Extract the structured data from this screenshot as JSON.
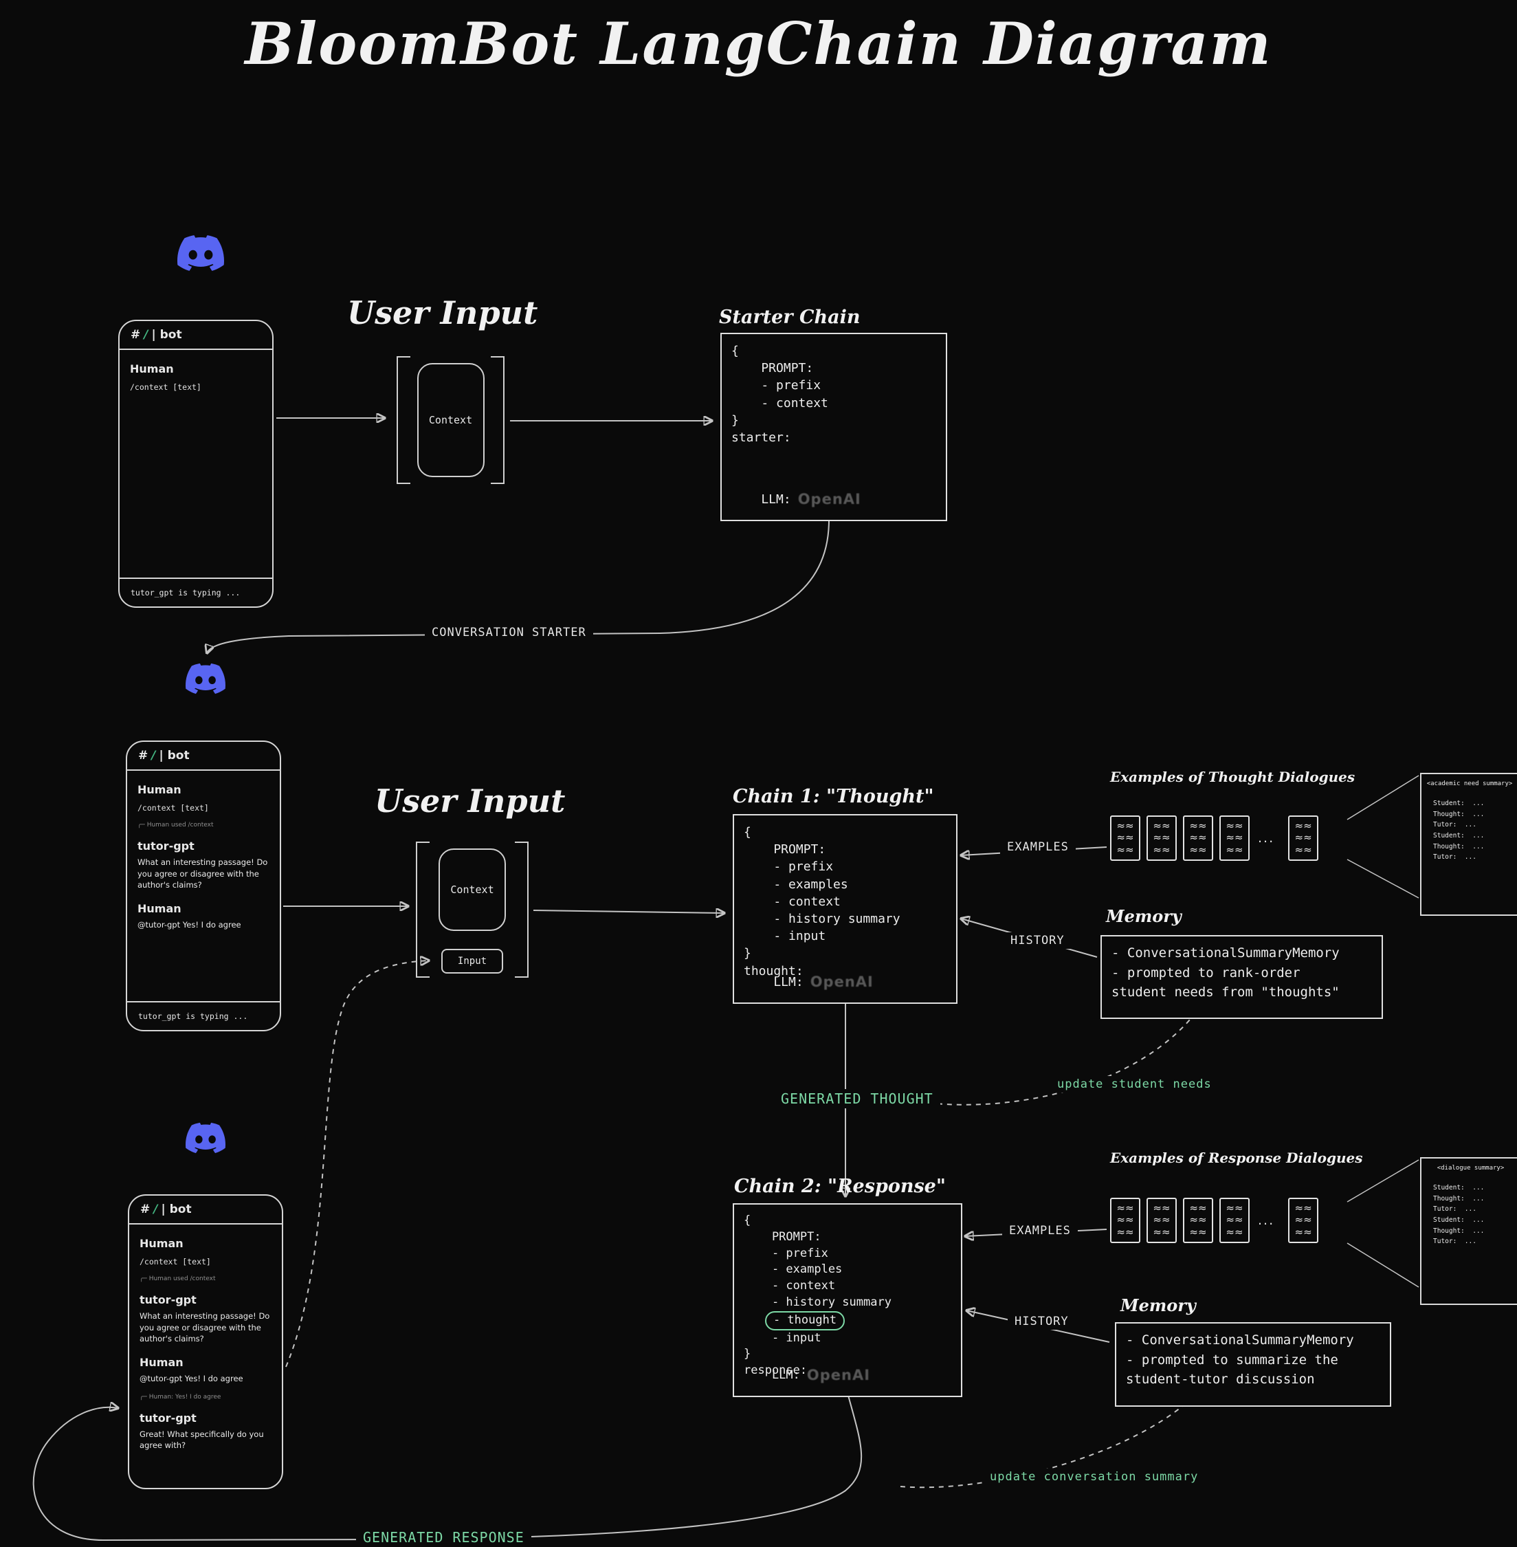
{
  "title": "BloomBot LangChain Diagram",
  "colors": {
    "background": "#0a0a0a",
    "stroke": "#c4c4c4",
    "accent_green": "#7dd9a6",
    "discord_blurple": "#5865f2",
    "slash_green": "#43b581"
  },
  "labels": {
    "user_input_1": "User Input",
    "user_input_2": "User Input",
    "conversation_starter": "CONVERSATION STARTER",
    "examples_1": "EXAMPLES",
    "examples_2": "EXAMPLES",
    "history_1": "HISTORY",
    "history_2": "HISTORY",
    "generated_thought": "GENERATED THOUGHT",
    "generated_response": "GENERATED RESPONSE",
    "update_student_needs": "update student needs",
    "update_conversation_summary": "update conversation summary"
  },
  "context_1": {
    "label": "Context"
  },
  "context_2": {
    "label": "Context",
    "input_label": "Input"
  },
  "starter_chain": {
    "title": "Starter Chain",
    "code": [
      "{",
      "    PROMPT:",
      "    - prefix",
      "    - context",
      "}",
      "starter:"
    ],
    "llm_label": "    LLM:",
    "llm_value": "OpenAI"
  },
  "chain1": {
    "title": "Chain 1: \"Thought\"",
    "code": [
      "{",
      "    PROMPT:",
      "    - prefix",
      "    - examples",
      "    - context",
      "    - history summary",
      "    - input",
      "}",
      "thought:"
    ],
    "llm_label": "    LLM:",
    "llm_value": "OpenAI"
  },
  "chain2": {
    "title": "Chain 2: \"Response\"",
    "code": [
      "{",
      "    PROMPT:",
      "    - prefix",
      "    - examples",
      "    - context",
      "    - history summary",
      {
        "indent": "    ",
        "text": "- thought",
        "circled": true
      },
      "    - input",
      "}",
      "response:"
    ],
    "llm_label": "    LLM:",
    "llm_value": "OpenAI"
  },
  "examples_thought": {
    "title": "Examples of Thought Dialogues",
    "ellipsis": "...",
    "detail": {
      "heading": "<academic need summary>",
      "lines": [
        "Student:  ...",
        "Thought:  ...",
        "Tutor:  ...",
        "Student:  ...",
        "Thought:  ...",
        "Tutor:  ..."
      ]
    }
  },
  "examples_response": {
    "title": "Examples of Response Dialogues",
    "ellipsis": "...",
    "detail": {
      "heading": "<dialogue summary>",
      "lines": [
        "Student:  ...",
        "Thought:  ...",
        "Tutor:  ...",
        "Student:  ...",
        "Thought:  ...",
        "Tutor:  ..."
      ]
    }
  },
  "memory1": {
    "title": "Memory",
    "lines": [
      "- ConversationalSummaryMemory",
      "- prompted to rank-order",
      "student needs from \"thoughts\""
    ]
  },
  "memory2": {
    "title": "Memory",
    "lines": [
      "- ConversationalSummaryMemory",
      "- prompted to summarize the",
      "student-tutor discussion"
    ]
  },
  "phone1": {
    "header": {
      "hash": "#",
      "slash": "/",
      "name": "| bot"
    },
    "messages": [
      {
        "type": "author",
        "text": "Human"
      },
      {
        "type": "command",
        "text": "/context [text]"
      }
    ],
    "footer": "tutor_gpt is typing ..."
  },
  "phone2": {
    "header": {
      "hash": "#",
      "slash": "/",
      "name": "| bot"
    },
    "messages": [
      {
        "type": "author",
        "text": "Human"
      },
      {
        "type": "command",
        "text": "/context [text]"
      },
      {
        "type": "reply",
        "text": "╭─ Human used /context"
      },
      {
        "type": "author",
        "text": "tutor-gpt"
      },
      {
        "type": "msg",
        "text": "What an interesting passage! Do you agree or disagree with the author's claims?"
      },
      {
        "type": "author",
        "text": "Human"
      },
      {
        "type": "msg",
        "text": "@tutor-gpt Yes! I do agree"
      }
    ],
    "footer": "tutor_gpt is typing ..."
  },
  "phone3": {
    "header": {
      "hash": "#",
      "slash": "/",
      "name": "| bot"
    },
    "messages": [
      {
        "type": "author",
        "text": "Human"
      },
      {
        "type": "command",
        "text": "/context [text]"
      },
      {
        "type": "reply",
        "text": "╭─ Human used /context"
      },
      {
        "type": "author",
        "text": "tutor-gpt"
      },
      {
        "type": "msg",
        "text": "What an interesting passage! Do you agree or disagree with the author's claims?"
      },
      {
        "type": "author",
        "text": "Human"
      },
      {
        "type": "msg",
        "text": "@tutor-gpt Yes! I do agree"
      },
      {
        "type": "reply",
        "text": "╭─ Human: Yes! I do agree"
      },
      {
        "type": "author",
        "text": "tutor-gpt"
      },
      {
        "type": "msg",
        "text": "Great! What specifically do you agree with?"
      }
    ]
  }
}
